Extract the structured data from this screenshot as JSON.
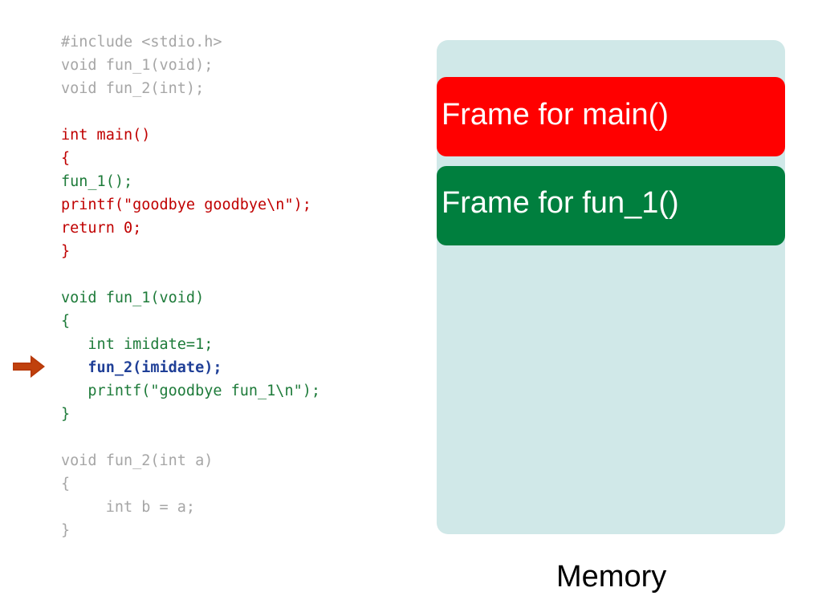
{
  "code_lines": [
    {
      "text": "#include <stdio.h>",
      "color": "gray"
    },
    {
      "text": "void fun_1(void);",
      "color": "gray"
    },
    {
      "text": "void fun_2(int);",
      "color": "gray"
    },
    {
      "text": "",
      "color": "gray"
    },
    {
      "text": "int main()",
      "color": "red"
    },
    {
      "text": "{",
      "color": "red"
    },
    {
      "text": "fun_1();",
      "color": "green"
    },
    {
      "text": "printf(\"goodbye goodbye\\n\");",
      "color": "red"
    },
    {
      "text": "return 0;",
      "color": "red"
    },
    {
      "text": "}",
      "color": "red"
    },
    {
      "text": "",
      "color": "gray"
    },
    {
      "text": "void fun_1(void)",
      "color": "green"
    },
    {
      "text": "{",
      "color": "green"
    },
    {
      "text": "   int imidate=1;",
      "color": "green"
    },
    {
      "text": "   fun_2(imidate);",
      "color": "blue"
    },
    {
      "text": "   printf(\"goodbye fun_1\\n\");",
      "color": "green"
    },
    {
      "text": "}",
      "color": "green"
    },
    {
      "text": "",
      "color": "gray"
    },
    {
      "text": "void fun_2(int a)",
      "color": "gray"
    },
    {
      "text": "{",
      "color": "gray"
    },
    {
      "text": "     int b = a;",
      "color": "gray"
    },
    {
      "text": "}",
      "color": "gray"
    }
  ],
  "current_line_marker": "arrow-right-icon",
  "colors": {
    "gray": "#a6a6a6",
    "red": "#c00000",
    "green": "#1e7b3a",
    "blue": "#1f3f97",
    "arrow": "#b83a0a",
    "memory_bg": "#d0e8e8",
    "frame_main": "#ff0000",
    "frame_fun1": "#007f3e"
  },
  "memory": {
    "label": "Memory",
    "frames": {
      "main": "Frame for main()",
      "fun_1": "Frame for fun_1()"
    }
  }
}
